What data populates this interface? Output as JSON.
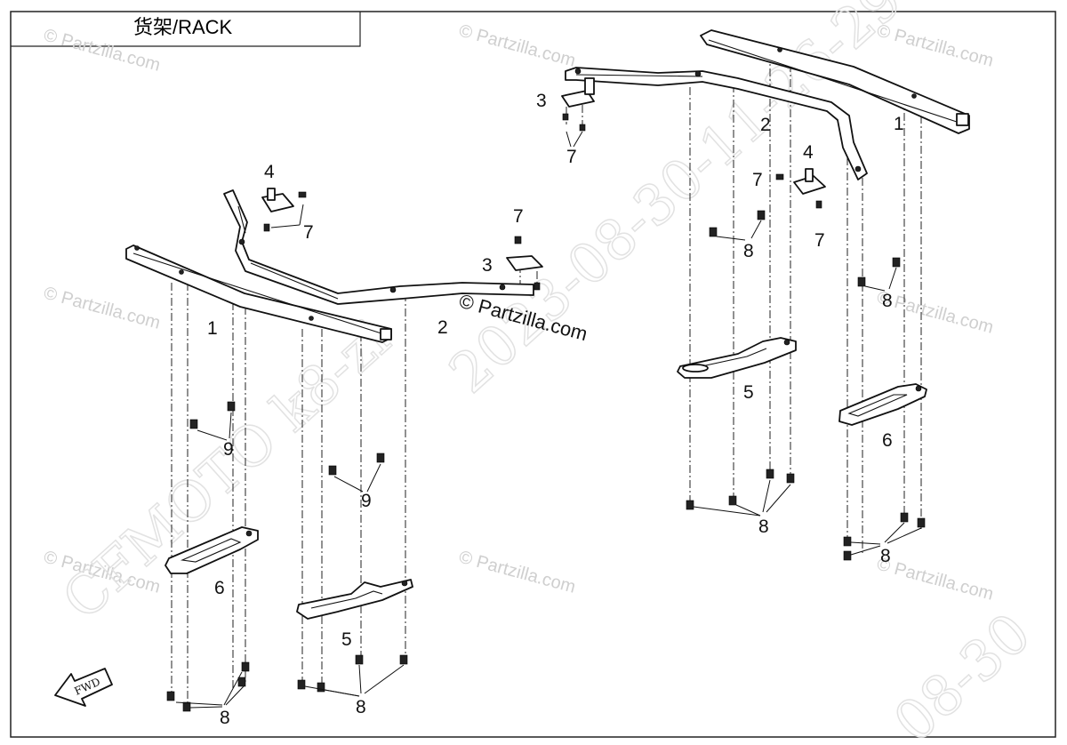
{
  "title": "货架/RACK",
  "watermarks": {
    "partzilla": "© Partzilla.com",
    "center_brand": "© Partzilla.com",
    "diagonal_1": "CFMOTO k8-zi",
    "diagonal_2": "2023-08-30-11-26-29",
    "diagonal_3": "08-30"
  },
  "fwd_label": "FWD",
  "callouts": {
    "c1a": "1",
    "c1b": "1",
    "c2a": "2",
    "c2b": "2",
    "c3a": "3",
    "c3b": "3",
    "c4a": "4",
    "c4b": "4",
    "c5a": "5",
    "c5b": "5",
    "c6a": "6",
    "c6b": "6",
    "c7a": "7",
    "c7b": "7",
    "c7c": "7",
    "c7d": "7",
    "c7e": "7",
    "c8a": "8",
    "c8b": "8",
    "c8c": "8",
    "c8d": "8",
    "c8e": "8",
    "c8f": "8",
    "c9a": "9",
    "c9b": "9"
  }
}
